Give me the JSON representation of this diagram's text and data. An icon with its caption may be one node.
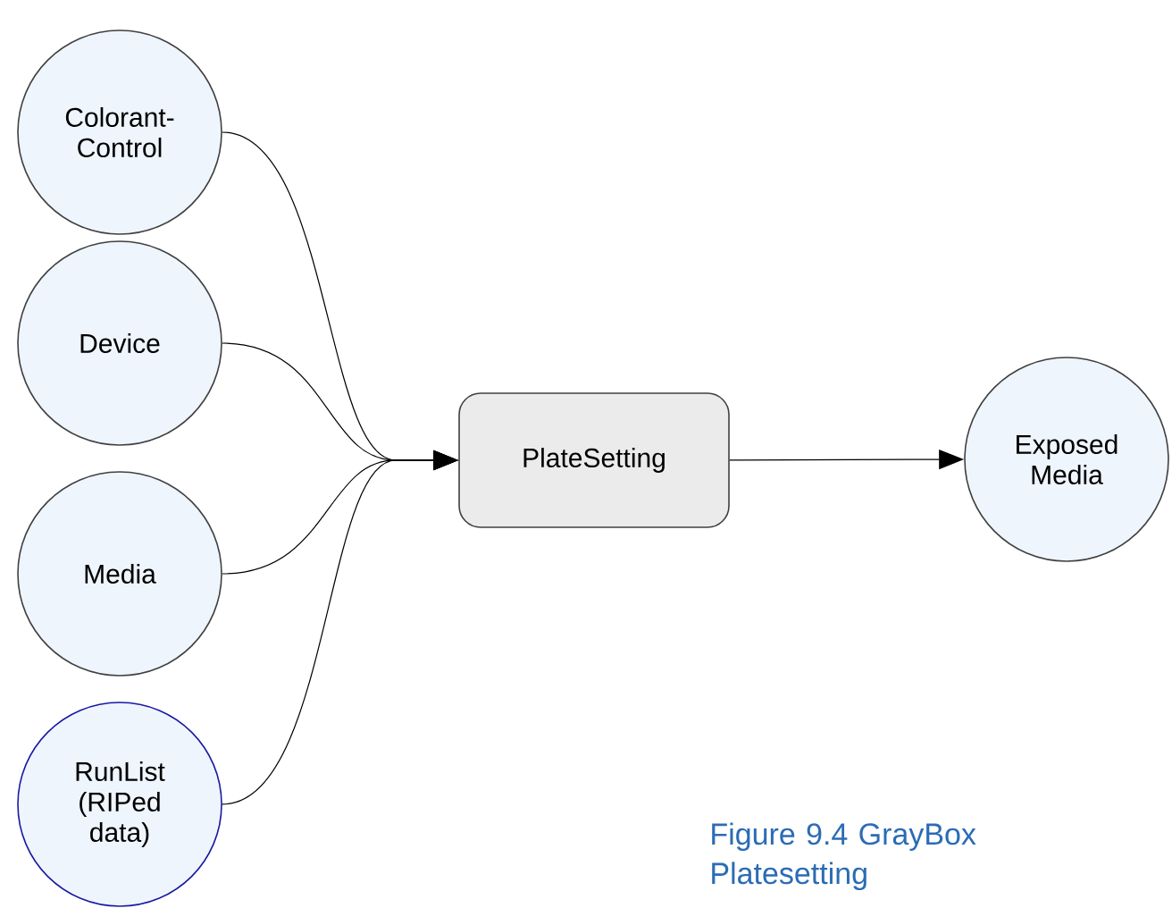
{
  "diagram": {
    "caption": "Figure 9.4 GrayBox Platesetting",
    "nodes": [
      {
        "text": [
          "Colorant- Control"
        ]
      },
      {
        "text": [
          "Device"
        ]
      },
      {
        "text": [
          "Media"
        ]
      },
      {
        "text": [
          "RunList (RIPed data)"
        ]
      },
      {
        "text": [
          "PlateSetting"
        ]
      },
      {
        "text": [
          "Exposed Media"
        ]
      }
    ],
    "edges": [
      {
        "from": 0,
        "to": 4,
        "arrow": "to"
      },
      {
        "from": 1,
        "to": 4,
        "arrow": "to"
      },
      {
        "from": 2,
        "to": 4,
        "arrow": "to"
      },
      {
        "from": 3,
        "to": 4,
        "arrow": "to"
      },
      {
        "from": 4,
        "to": 5,
        "arrow": "to"
      }
    ]
  }
}
